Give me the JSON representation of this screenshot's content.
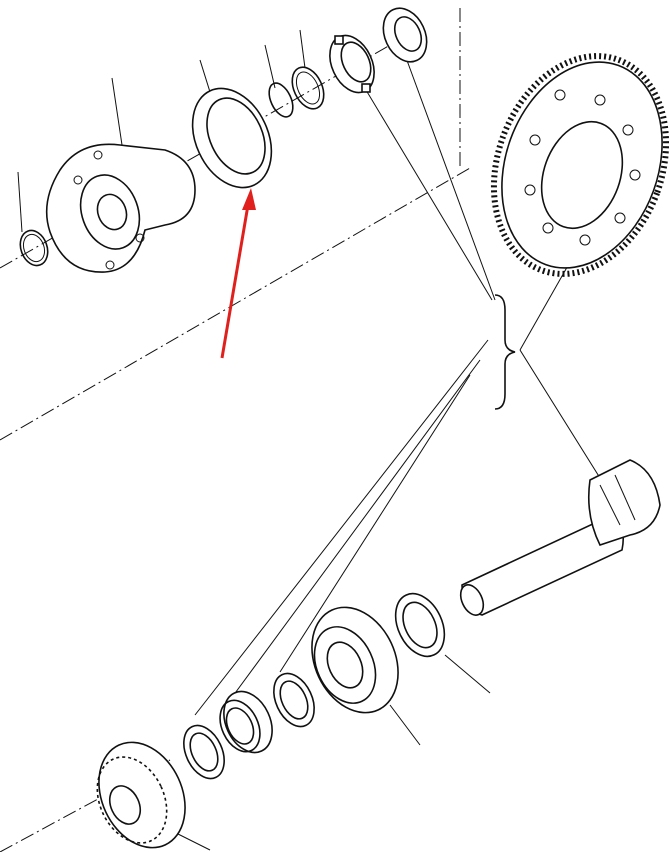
{
  "diagram": {
    "title": "",
    "line_color": "#111111",
    "highlight_arrow_color": "#e0201c",
    "parts": [
      "circlip",
      "coupling-flange",
      "oil-seal",
      "shim-ring",
      "snap-ring",
      "lock-nut",
      "lock-washer",
      "ring-gear",
      "pinion-shaft",
      "spacer-washer",
      "taper-bearing-outer",
      "shim",
      "collar",
      "spacer-ring",
      "taper-bearing-inner"
    ]
  }
}
